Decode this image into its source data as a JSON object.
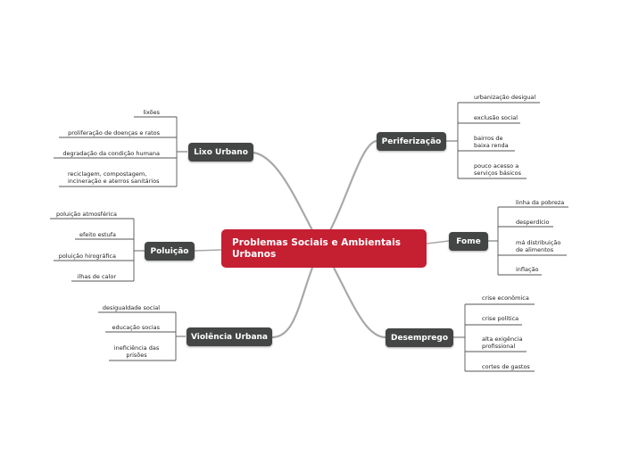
{
  "central": "Problemas Sociais e Ambientais Urbanos",
  "topics": {
    "lixo": {
      "label": "Lixo Urbano",
      "items": [
        "lixões",
        "proliferação de doenças e ratos",
        "degradação da condição humana",
        "reciclagem, compostagem,\nincineração e aterros sanitários"
      ]
    },
    "poluicao": {
      "label": "Poluição",
      "items": [
        "poluição atmosférica",
        "efeito estufa",
        "poluição hirográfica",
        "ilhas de calor"
      ]
    },
    "violencia": {
      "label": "Violência Urbana",
      "items": [
        "desigualdade social",
        "educação socias",
        "ineficiência das\nprisões"
      ]
    },
    "periferizacao": {
      "label": "Periferização",
      "items": [
        "urbanização desigual",
        "exclusão social",
        "bairros de\n baixa renda",
        "pouco acesso a\nserviços básicos"
      ]
    },
    "fome": {
      "label": "Fome",
      "items": [
        "linha da pobreza",
        "desperdício",
        "má distribuição\nde alimentos",
        "inflação"
      ]
    },
    "desemprego": {
      "label": "Desemprego",
      "items": [
        "crise econômica",
        "crise política",
        "alta exigência\nprofissional",
        "cortes de gastos"
      ]
    }
  },
  "colors": {
    "central": "#c51f32",
    "topic": "#444646",
    "line": "#a8a8a8"
  }
}
